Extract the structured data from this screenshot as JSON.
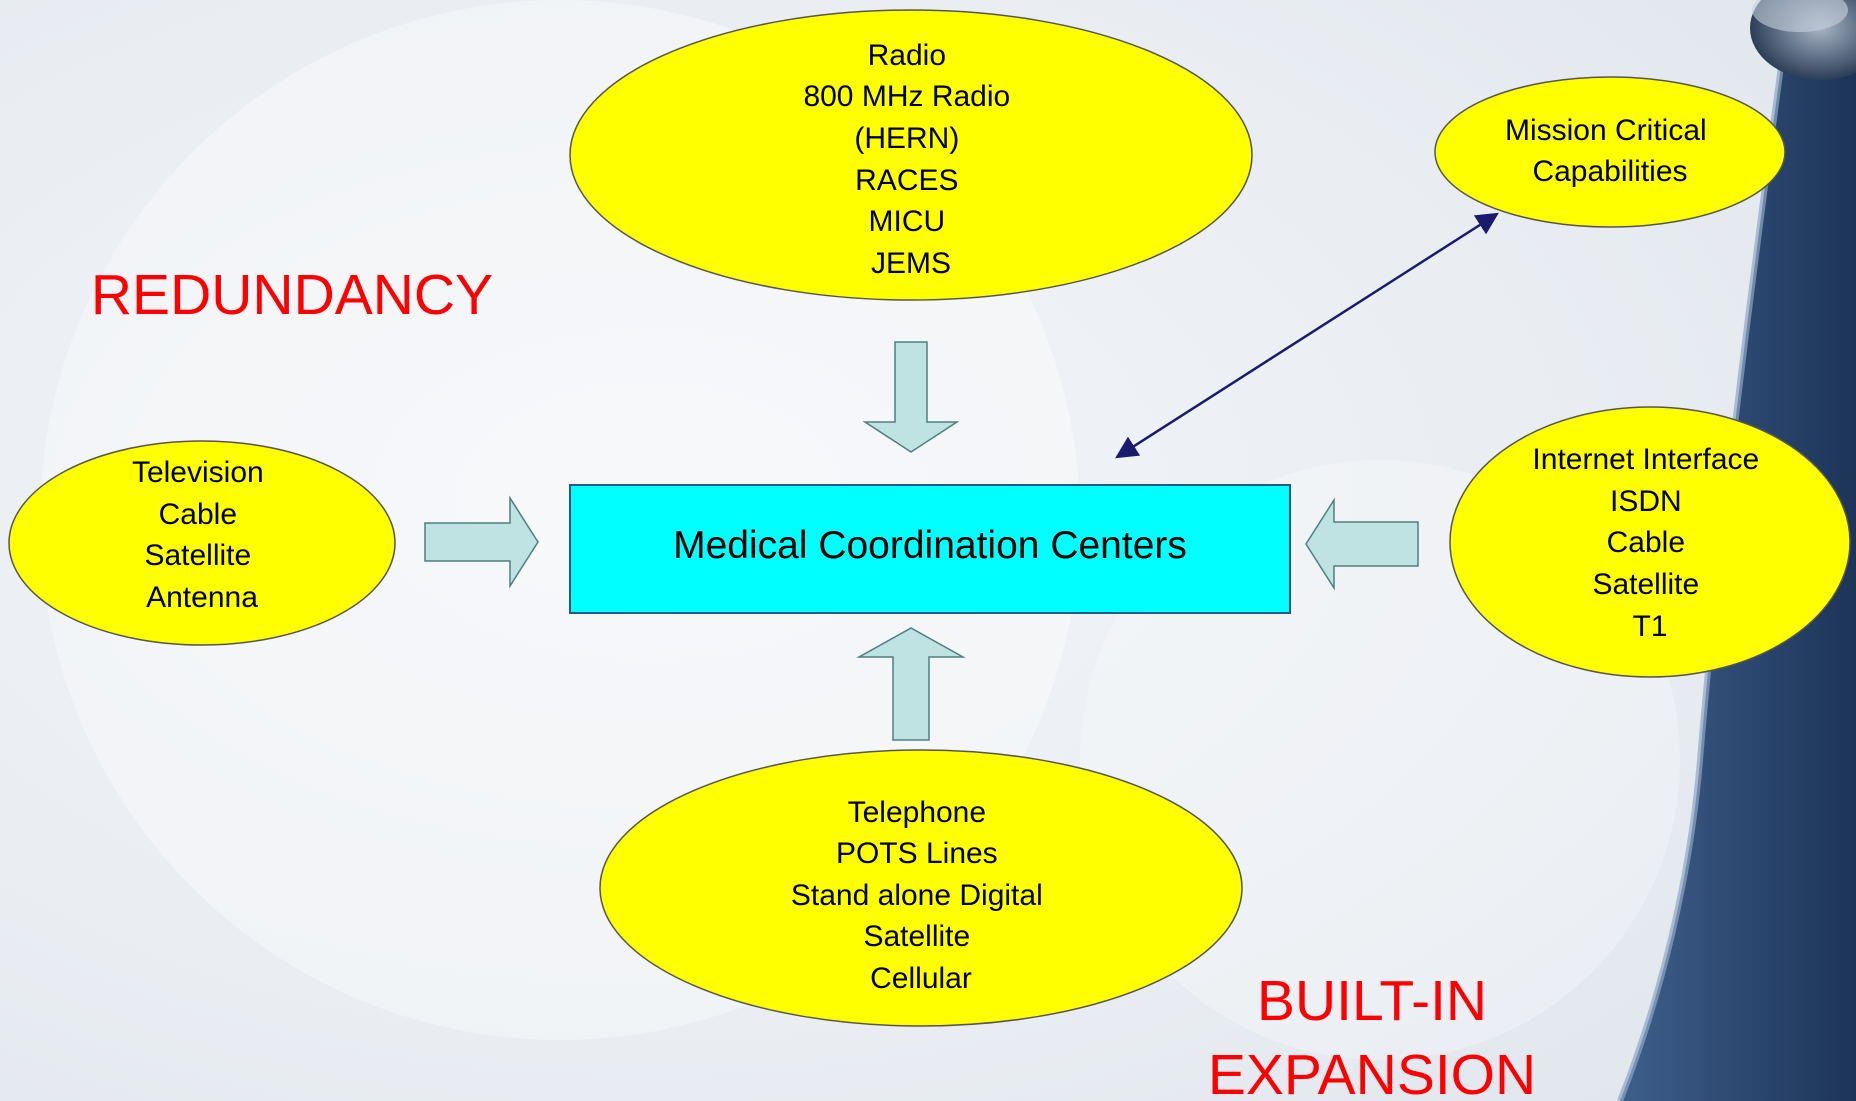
{
  "diagram": {
    "center_label": "Medical Coordination Centers",
    "nodes": {
      "radio": {
        "lines": [
          "Radio",
          "800 MHz Radio",
          "(HERN)",
          "RACES",
          "MICU",
          "JEMS"
        ]
      },
      "mission": {
        "lines": [
          "Mission Critical",
          "Capabilities"
        ]
      },
      "television": {
        "lines": [
          "Television",
          "Cable",
          "Satellite",
          "Antenna"
        ]
      },
      "internet": {
        "lines": [
          "Internet Interface",
          "ISDN",
          "Cable",
          "Satellite",
          "T1"
        ]
      },
      "telephone": {
        "lines": [
          "Telephone",
          "POTS Lines",
          "Stand alone Digital",
          "Satellite",
          "Cellular"
        ]
      }
    },
    "labels": {
      "redundancy": "REDUNDANCY",
      "expansion_line1": "BUILT-IN",
      "expansion_line2": "EXPANSION"
    },
    "colors": {
      "ellipse_fill": "#ffff00",
      "center_fill": "#00ffff",
      "arrow_fill": "#bfe3e3",
      "label_red": "#ff0000",
      "connector": "#1a1a6e"
    }
  }
}
